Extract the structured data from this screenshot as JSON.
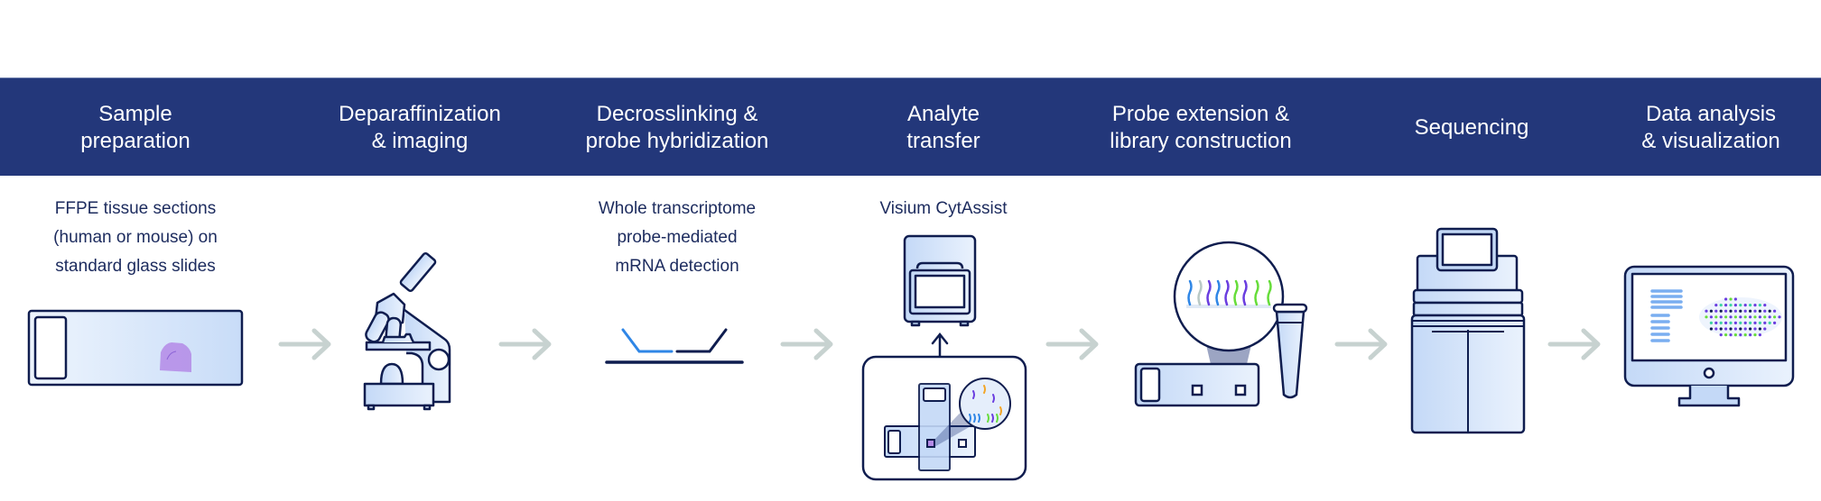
{
  "title": "Visium CytAssist FFPE spatial gene expression workflow",
  "colors": {
    "banner": "#23377a",
    "banner_text": "#ffffff",
    "body_text": "#1c2b5e",
    "outline": "#0f1d4f",
    "fill_light": "#dce9fb",
    "fill_mid": "#c4d9f7",
    "arrow": "#c7d2d0",
    "probe_blue": "#2f86e6",
    "probe_navy": "#0f1d4f",
    "probe_purple": "#6a3de0",
    "probe_green": "#66dd3a",
    "probe_orange": "#f3a526",
    "probe_gray": "#b9c9c6",
    "tissue": "#b48ae6"
  },
  "steps": [
    {
      "id": "sample-preparation",
      "title": "Sample\npreparation",
      "description": "FFPE tissue sections\n(human or mouse) on\nstandard glass slides",
      "icon": "glass-slide-icon"
    },
    {
      "id": "deparaffinization-imaging",
      "title": "Deparaffinization\n& imaging",
      "description": "",
      "icon": "microscope-icon"
    },
    {
      "id": "decrosslinking-hybridization",
      "title": "Decrosslinking &\nprobe hybridization",
      "description": "Whole transcriptome\nprobe-mediated\nmRNA detection",
      "icon": "probe-pair-icon"
    },
    {
      "id": "analyte-transfer",
      "title": "Analyte\ntransfer",
      "description": "Visium CytAssist",
      "icon": "cytassist-instrument-icon"
    },
    {
      "id": "probe-extension-library",
      "title": "Probe extension &\nlibrary construction",
      "description": "",
      "icon": "library-construction-icon"
    },
    {
      "id": "sequencing",
      "title": "Sequencing",
      "description": "",
      "icon": "sequencer-icon"
    },
    {
      "id": "data-analysis-visualization",
      "title": "Data analysis\n& visualization",
      "description": "",
      "icon": "monitor-icon"
    }
  ],
  "arrows": [
    "arrow-right-icon",
    "arrow-right-icon",
    "arrow-right-icon",
    "arrow-right-icon",
    "arrow-right-icon",
    "arrow-right-icon"
  ]
}
